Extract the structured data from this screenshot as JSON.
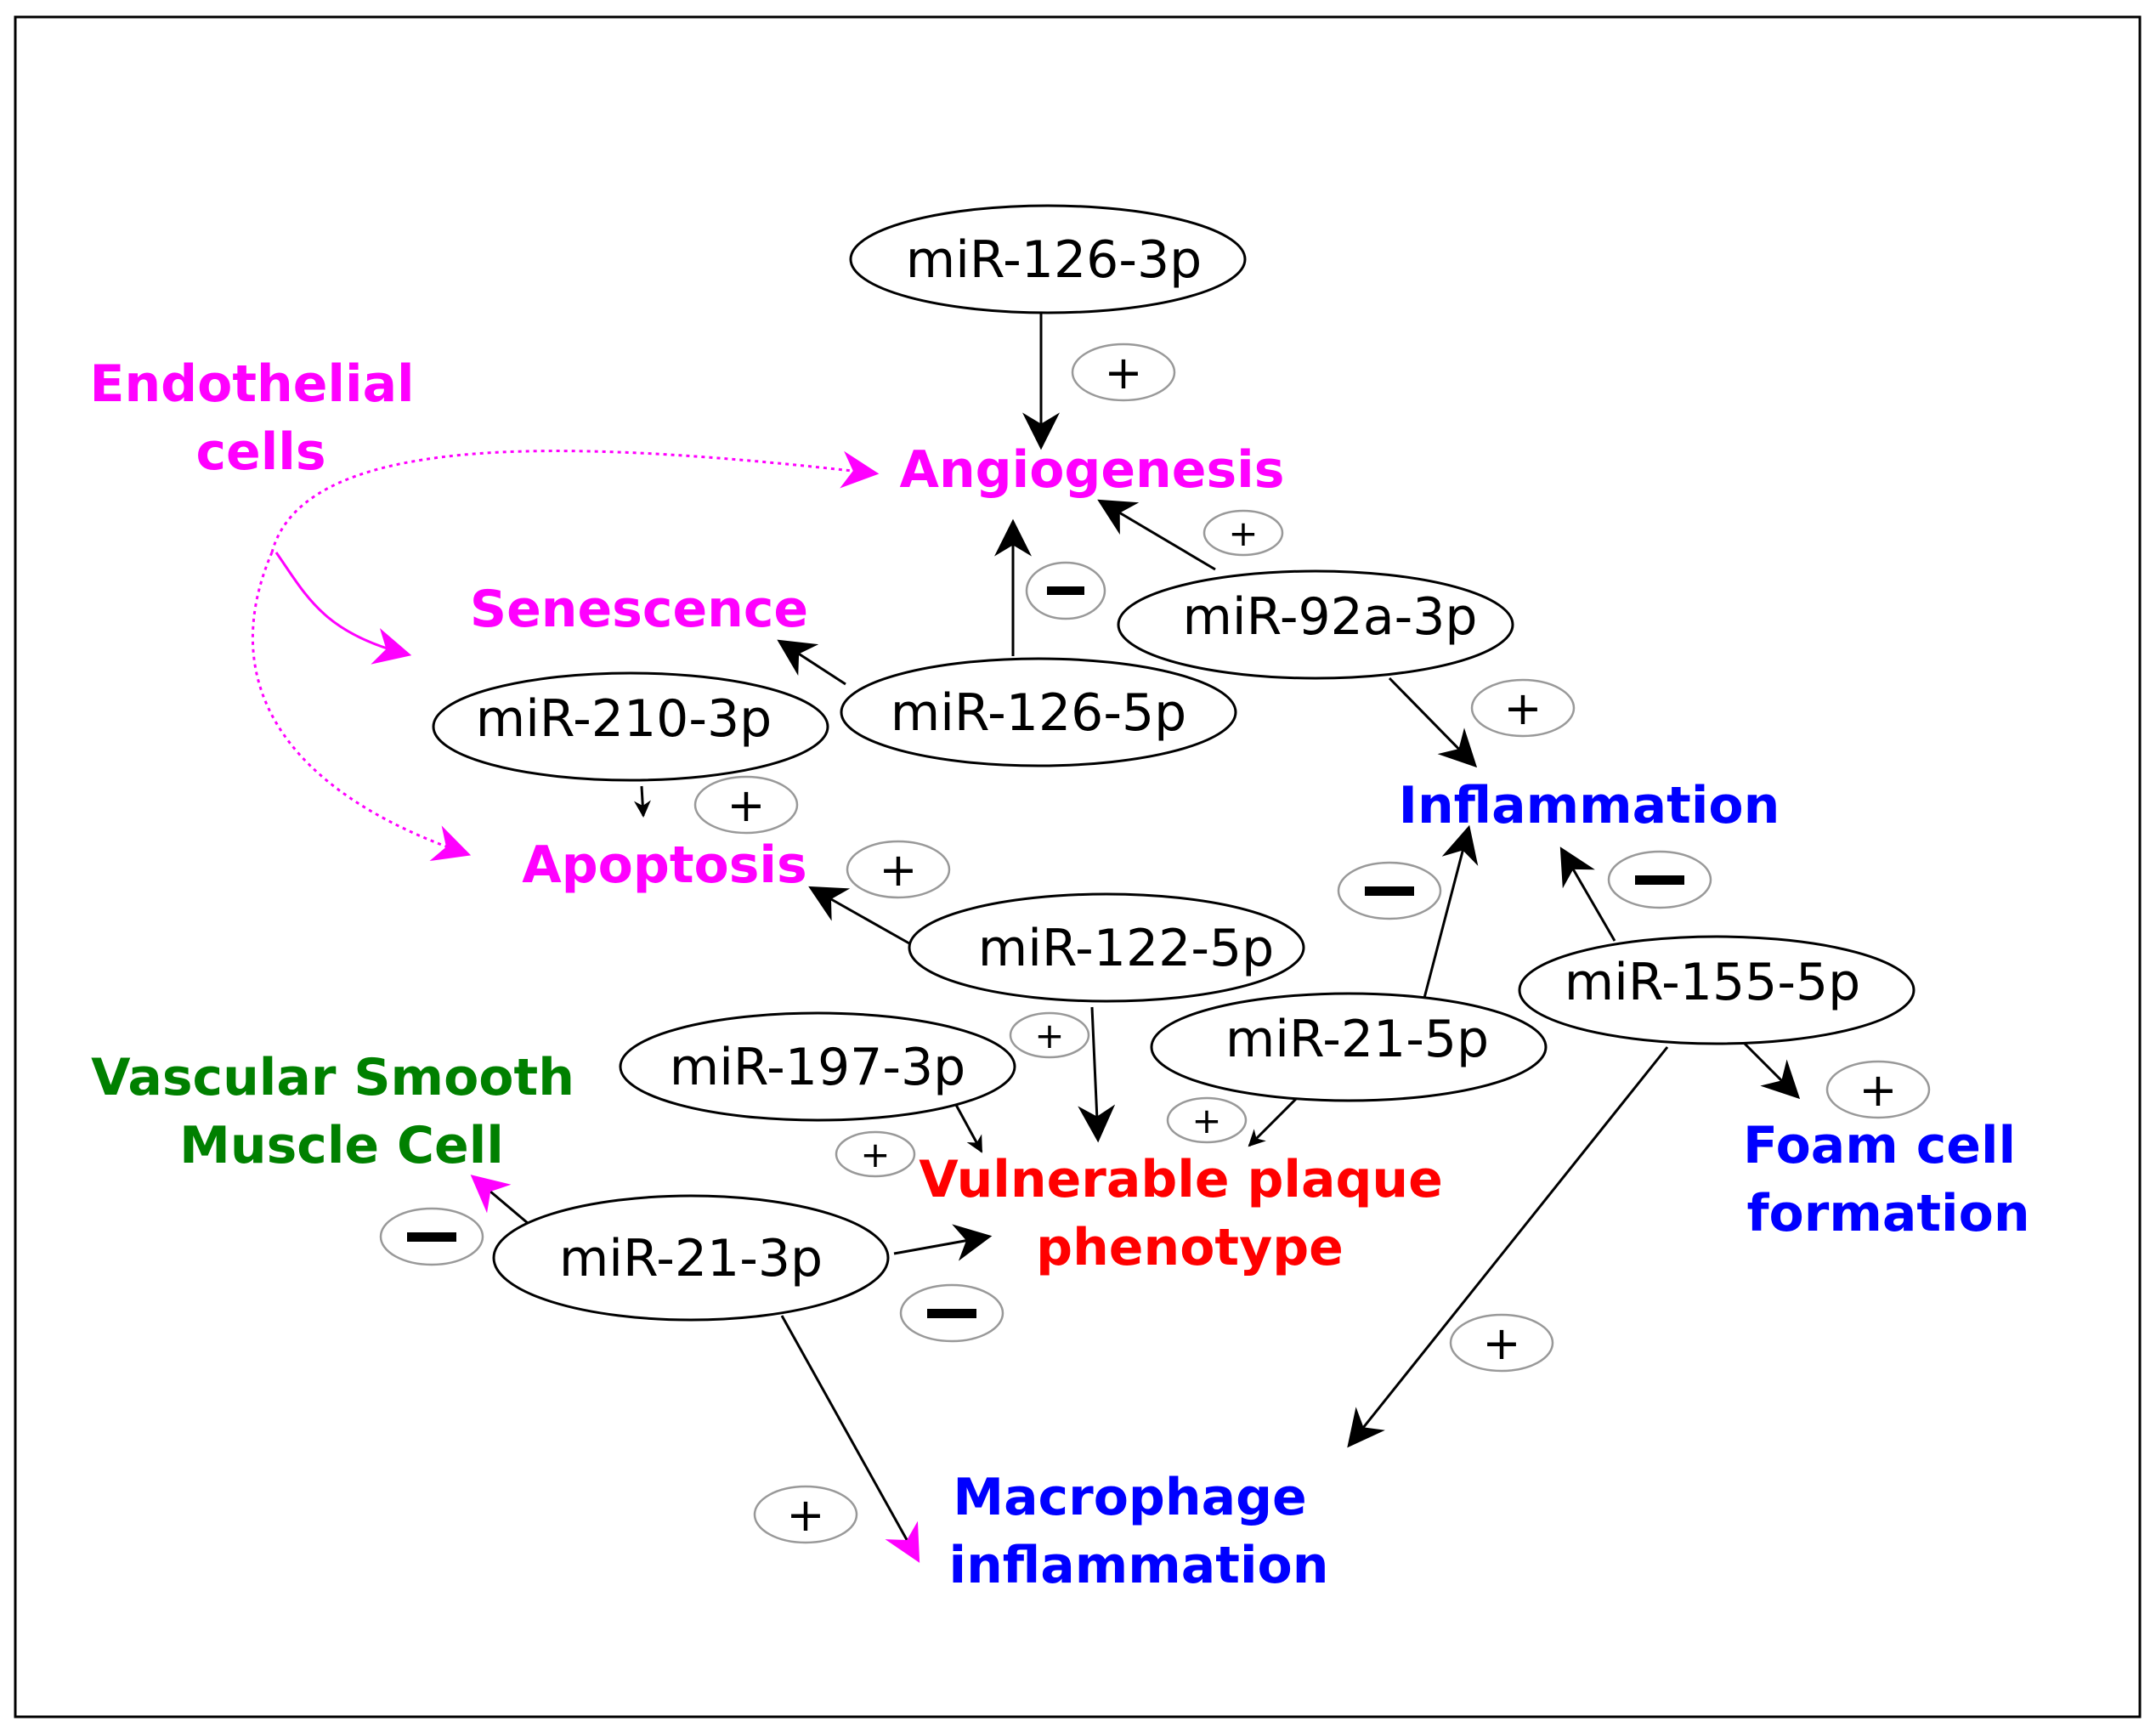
{
  "colors": {
    "endothelial": "#ff00ff",
    "vsmc": "#008000",
    "plaque": "#ff0000",
    "immune": "#0000ff",
    "node_stroke": "#000000",
    "sign_stroke": "#999999"
  },
  "processes": {
    "endothelial_cells": [
      "Endothelial",
      "cells"
    ],
    "angiogenesis": "Angiogenesis",
    "senescence": "Senescence",
    "apoptosis": "Apoptosis",
    "inflammation": "Inflammation",
    "foam_cell": [
      "Foam cell",
      "formation"
    ],
    "vsmc": [
      "Vascular Smooth",
      "Muscle Cell"
    ],
    "vulnerable_plaque": [
      "Vulnerable plaque",
      "phenotype"
    ],
    "macrophage": [
      "Macrophage",
      "inflammation"
    ]
  },
  "mirnas": {
    "mir_126_3p": "miR-126-3p",
    "mir_92a_3p": "miR-92a-3p",
    "mir_126_5p": "miR-126-5p",
    "mir_210_3p": "miR-210-3p",
    "mir_122_5p": "miR-122-5p",
    "mir_197_3p": "miR-197-3p",
    "mir_21_5p": "miR-21-5p",
    "mir_155_5p": "miR-155-5p",
    "mir_21_3p": "miR-21-3p"
  },
  "signs": {
    "plus": "+"
  }
}
